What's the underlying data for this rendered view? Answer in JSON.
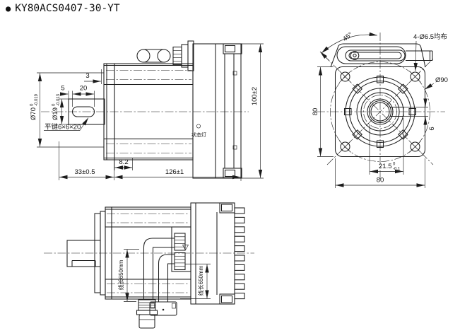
{
  "title": "KY80ACS0407-30-YT",
  "bullet": "●",
  "colors": {
    "line": "#1c1c1c",
    "background": "#ffffff"
  },
  "side_view": {
    "dim_3": "3",
    "dim_5": "5",
    "dim_20": "20",
    "shaft_dia": {
      "value": "Ø19",
      "tol_upper": "0",
      "tol_lower": "-0.013"
    },
    "pilot_dia": {
      "value": "Ø70",
      "tol_upper": "0",
      "tol_lower": "-0.019"
    },
    "key_label": "平键6×6×20",
    "dim_8_2": "8.2",
    "dim_33": "33±0.5",
    "dim_126": "126±1",
    "dim_100": "100±2",
    "status_light_label": "状态灯"
  },
  "front_view": {
    "dim_angle": "45°",
    "holes_label": "4-Ø6.5均布",
    "bolt_circle_dia": "Ø90",
    "dim_height": "80",
    "dim_width": "80",
    "dim_key_width": "6",
    "key_height": {
      "value": "21.5",
      "tol_upper": "0",
      "tol_lower": "-0.1"
    }
  },
  "bottom_view": {
    "cable1_label": "线长650mm",
    "cable2_label": "线长650mm"
  }
}
